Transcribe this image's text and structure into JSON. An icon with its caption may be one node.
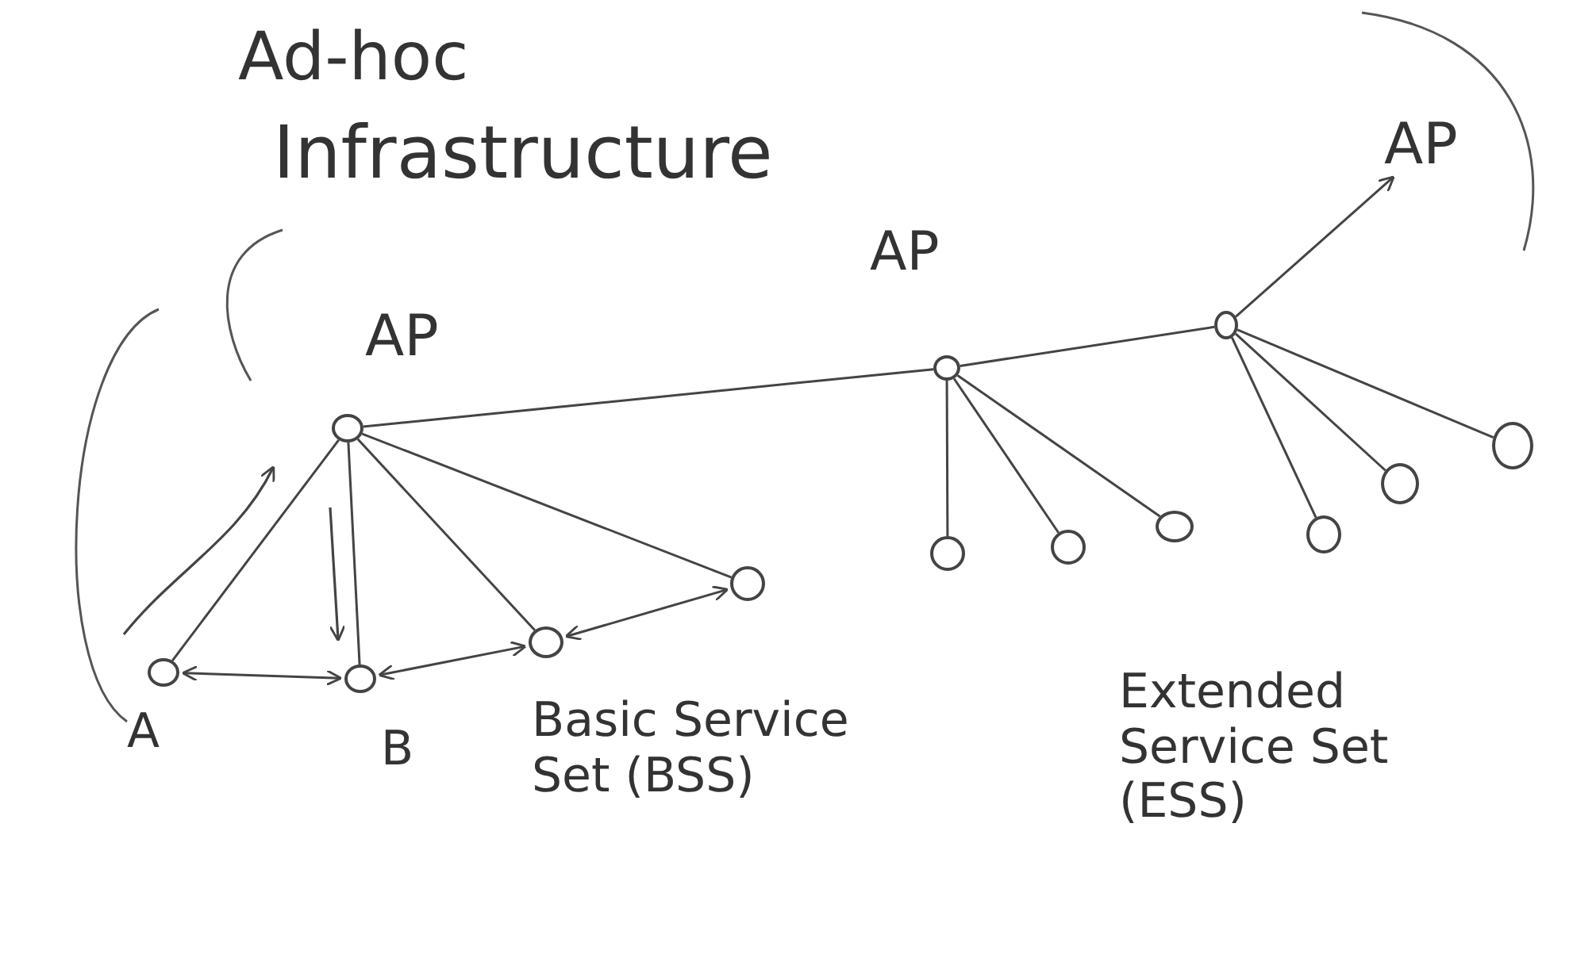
{
  "diagram": {
    "nodes": [
      {
        "text": [],
        "shape": "circle",
        "beside": [
          "AP"
        ]
      },
      {
        "text": [],
        "shape": "circle",
        "beside": [
          "AP"
        ]
      },
      {
        "text": [],
        "shape": "circle"
      },
      {
        "text": [
          "AP"
        ]
      },
      {
        "text": [],
        "shape": "circle",
        "beside": [
          "A"
        ]
      },
      {
        "text": [],
        "shape": "circle",
        "beside": [
          "B"
        ]
      },
      {
        "text": [],
        "shape": "circle"
      },
      {
        "text": [],
        "shape": "circle"
      },
      {
        "text": [],
        "shape": "circle"
      },
      {
        "text": [],
        "shape": "circle"
      },
      {
        "text": [],
        "shape": "circle"
      },
      {
        "text": [],
        "shape": "circle"
      },
      {
        "text": [],
        "shape": "circle"
      },
      {
        "text": [],
        "shape": "circle"
      }
    ],
    "edges": [
      {
        "from": 0,
        "to": 1,
        "arrow": "none"
      },
      {
        "from": 1,
        "to": 2,
        "arrow": "none"
      },
      {
        "from": 2,
        "to": 3,
        "arrow": "to"
      },
      {
        "from": 0,
        "to": 4,
        "arrow": "none"
      },
      {
        "from": 0,
        "to": 5,
        "arrow": "none"
      },
      {
        "from": 0,
        "to": 6,
        "arrow": "none"
      },
      {
        "from": 0,
        "to": 7,
        "arrow": "none"
      },
      {
        "from": 1,
        "to": 8,
        "arrow": "none"
      },
      {
        "from": 1,
        "to": 9,
        "arrow": "none"
      },
      {
        "from": 1,
        "to": 10,
        "arrow": "none"
      },
      {
        "from": 2,
        "to": 11,
        "arrow": "none"
      },
      {
        "from": 2,
        "to": 12,
        "arrow": "none"
      },
      {
        "from": 2,
        "to": 13,
        "arrow": "none"
      },
      {
        "from": 4,
        "to": 5,
        "arrow": "both"
      },
      {
        "from": 5,
        "to": 6,
        "arrow": "both"
      },
      {
        "from": 6,
        "to": 7,
        "arrow": "both"
      }
    ],
    "labels": [
      "Ad-hoc",
      "Infrastructure",
      "Basic Service Set (BSS)",
      "Extended Service Set (ESS)"
    ]
  }
}
